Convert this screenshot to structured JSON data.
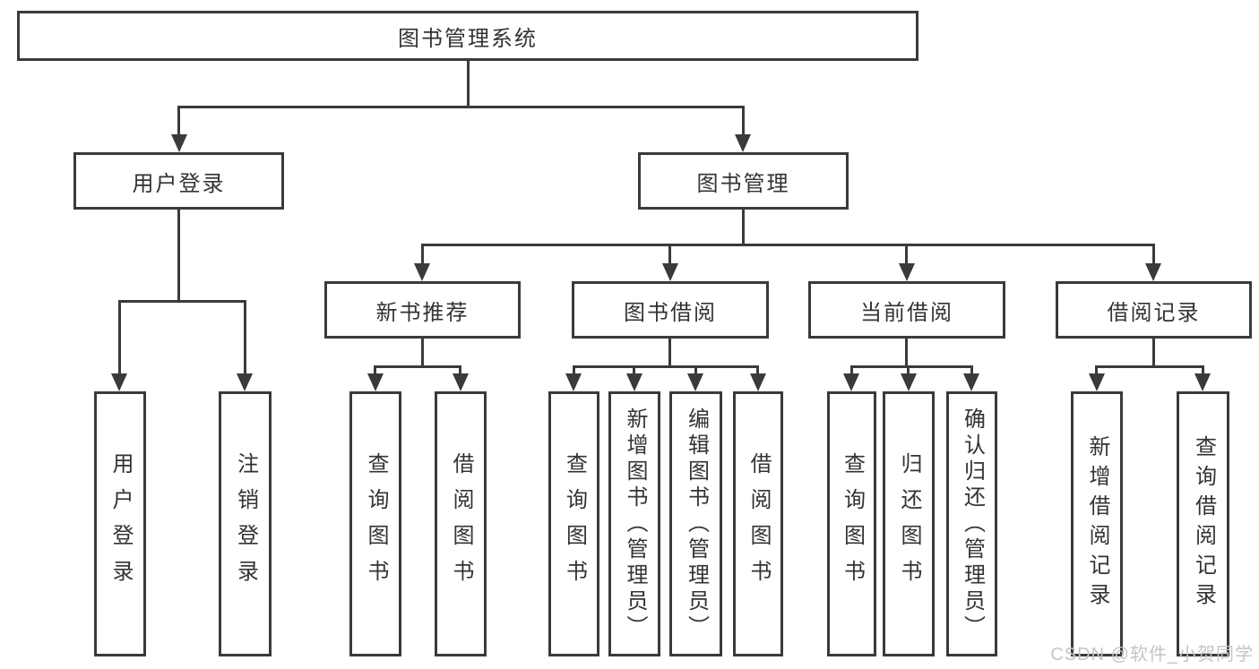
{
  "diagram": {
    "root": {
      "label": "图书管理系统",
      "children": [
        {
          "label": "用户登录",
          "children": [
            {
              "label": "用户登录"
            },
            {
              "label": "注销登录"
            }
          ]
        },
        {
          "label": "图书管理",
          "children": [
            {
              "label": "新书推荐",
              "children": [
                {
                  "label": "查询图书"
                },
                {
                  "label": "借阅图书"
                }
              ]
            },
            {
              "label": "图书借阅",
              "children": [
                {
                  "label": "查询图书"
                },
                {
                  "label": "新增图书（管理员）"
                },
                {
                  "label": "编辑图书（管理员）"
                },
                {
                  "label": "借阅图书"
                }
              ]
            },
            {
              "label": "当前借阅",
              "children": [
                {
                  "label": "查询图书"
                },
                {
                  "label": "归还图书"
                },
                {
                  "label": "确认归还（管理员）"
                }
              ]
            },
            {
              "label": "借阅记录",
              "children": [
                {
                  "label": "新增借阅记录"
                },
                {
                  "label": "查询借阅记录"
                }
              ]
            }
          ]
        }
      ]
    }
  },
  "watermark": {
    "text": "CSDN @软件_小贺同学"
  },
  "colors": {
    "line": "#3a3a3a",
    "text": "#333333",
    "watermark": "#c5c5c5",
    "background": "#ffffff"
  }
}
